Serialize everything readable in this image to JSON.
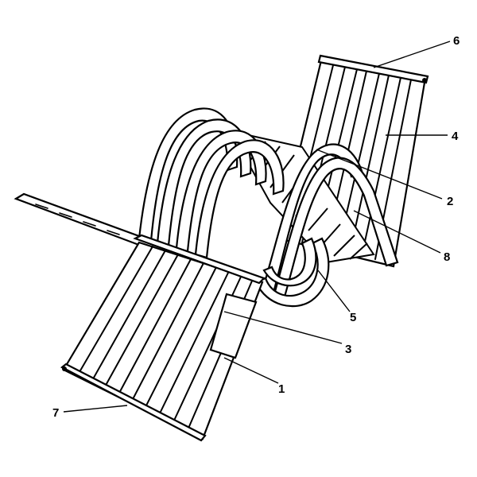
{
  "diagram": {
    "labels": {
      "l1": "1",
      "l2": "2",
      "l3": "3",
      "l4": "4",
      "l5": "5",
      "l6": "6",
      "l7": "7",
      "l8": "8"
    },
    "colors": {
      "ink": "#000000",
      "background": "#ffffff"
    }
  }
}
